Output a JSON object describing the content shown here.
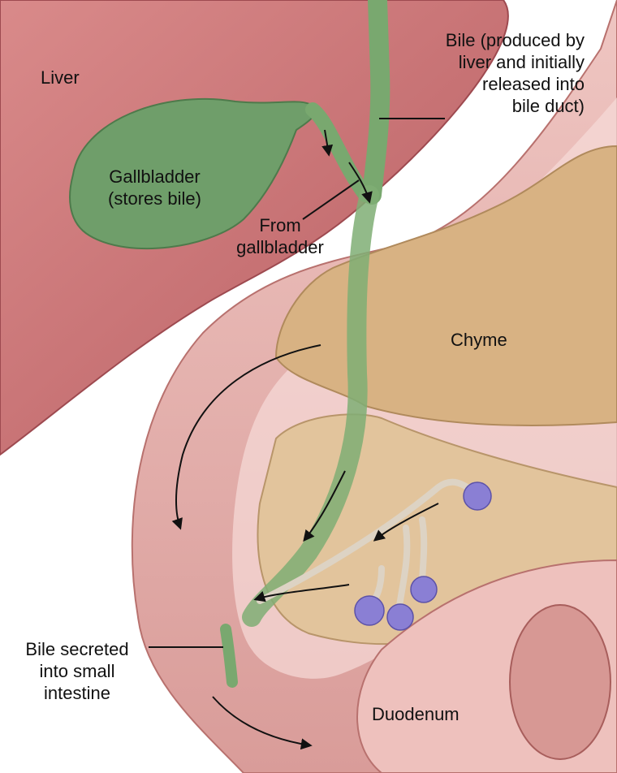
{
  "labels": {
    "liver": "Liver",
    "gallbladder": [
      "Gallbladder",
      "(stores bile)"
    ],
    "bile": [
      "Bile (produced by",
      "liver and initially",
      "released into",
      "bile duct)"
    ],
    "from_gallbladder": [
      "From",
      "gallbladder"
    ],
    "chyme": "Chyme",
    "bile_secreted": [
      "Bile secreted",
      "into small",
      "intestine"
    ],
    "duodenum": "Duodenum"
  },
  "colors": {
    "liver": "#c46a6c",
    "gallbladder": "#6f9e6a",
    "bile_duct": "#79a86f",
    "chyme": "#d8b283",
    "pancreas": "#e2c49c",
    "intestine_wall": "#e4b0ad",
    "intestine_lumen": "#f6dcd8",
    "acini": "#8a7fd4"
  },
  "icons": [
    "flow-arrow"
  ]
}
